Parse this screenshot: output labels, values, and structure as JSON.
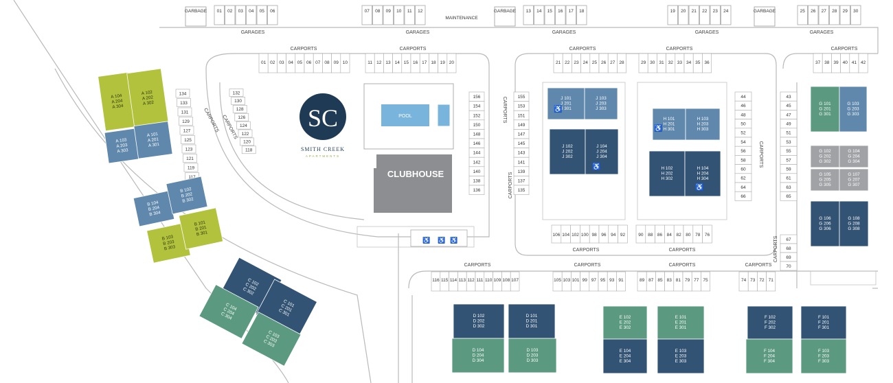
{
  "brand": {
    "name": "SMITH CREEK",
    "tagline": "APARTMENTS",
    "monogram": "SC"
  },
  "colors": {
    "olive": "#b3c23d",
    "steel": "#5f88ac",
    "navy": "#325373",
    "sage": "#5b9a80",
    "gray": "#a0a2a5",
    "pool": "#79b4dd",
    "clubhouse": "#8c8e91"
  },
  "amenities": {
    "pool": "POOL",
    "clubhouse": "CLUBHOUSE",
    "maintenance": "MAINTENANCE",
    "garbage": "GARBAGE"
  },
  "labels": {
    "garages": "GARAGES",
    "carports": "CARPORTS"
  },
  "garages": {
    "g1": [
      "01",
      "02",
      "03",
      "04",
      "05",
      "06"
    ],
    "g2": [
      "07",
      "08",
      "09",
      "10",
      "11",
      "12"
    ],
    "g3": [
      "13",
      "14",
      "15",
      "16",
      "17",
      "18"
    ],
    "g4": [
      "19",
      "20",
      "21",
      "22",
      "23",
      "24"
    ],
    "g5": [
      "25",
      "26",
      "27",
      "28",
      "29",
      "30"
    ]
  },
  "carports": {
    "top1": [
      "01",
      "02",
      "03",
      "04",
      "05",
      "06",
      "07",
      "08",
      "09",
      "10"
    ],
    "top2": [
      "11",
      "12",
      "13",
      "14",
      "15",
      "16",
      "17",
      "18",
      "19",
      "20"
    ],
    "top3": [
      "21",
      "22",
      "23",
      "24",
      "25",
      "26",
      "27",
      "28"
    ],
    "top4": [
      "29",
      "30",
      "31",
      "32",
      "33",
      "34",
      "35",
      "36"
    ],
    "top5": [
      "37",
      "38",
      "39",
      "40",
      "41",
      "42"
    ],
    "diag_a": [
      "134",
      "133",
      "131",
      "129",
      "127",
      "125",
      "123",
      "121",
      "119",
      "117"
    ],
    "diag_b": [
      "132",
      "130",
      "128",
      "126",
      "124",
      "122",
      "120",
      "118"
    ],
    "col_l": [
      "156",
      "154",
      "152",
      "150",
      "148",
      "146",
      "144",
      "142",
      "140",
      "138",
      "136"
    ],
    "col_r": [
      "155",
      "153",
      "151",
      "149",
      "147",
      "145",
      "143",
      "141",
      "139",
      "137",
      "135"
    ],
    "col_c1": [
      "44",
      "46",
      "48",
      "50",
      "52",
      "54",
      "56",
      "58",
      "60",
      "62",
      "64",
      "66"
    ],
    "col_c2": [
      "43",
      "45",
      "47",
      "49",
      "51",
      "53",
      "55",
      "57",
      "59",
      "61",
      "63",
      "65"
    ],
    "col_e": [
      "67",
      "68",
      "69",
      "70"
    ],
    "mid1": [
      "106",
      "104",
      "102",
      "100",
      "98",
      "96",
      "94",
      "92"
    ],
    "mid2": [
      "90",
      "88",
      "86",
      "84",
      "82",
      "80",
      "78",
      "76"
    ],
    "bot1": [
      "116",
      "115",
      "114",
      "113",
      "112",
      "111",
      "110",
      "109",
      "108",
      "107"
    ],
    "bot2": [
      "105",
      "103",
      "101",
      "99",
      "97",
      "95",
      "93",
      "91"
    ],
    "bot3": [
      "89",
      "87",
      "85",
      "83",
      "81",
      "79",
      "77",
      "75"
    ],
    "bot4": [
      "74",
      "73",
      "72",
      "71"
    ]
  },
  "buildings": {
    "A1": [
      "A 102",
      "A 202",
      "A 302"
    ],
    "A2": [
      "A 104",
      "A 204",
      "A 304"
    ],
    "A3": [
      "A 101",
      "A 201",
      "A 301"
    ],
    "A4": [
      "A 103",
      "A 203",
      "A 303"
    ],
    "B1": [
      "B 102",
      "B 202",
      "B 302"
    ],
    "B2": [
      "B 104",
      "B 204",
      "B 304"
    ],
    "B3": [
      "B 101",
      "B 201",
      "B 301"
    ],
    "B4": [
      "B 103",
      "B 203",
      "B 303"
    ],
    "C1": [
      "C 102",
      "C 202",
      "C 302"
    ],
    "C2": [
      "C 104",
      "C 204",
      "C 304"
    ],
    "C3": [
      "C 101",
      "C 201",
      "C 301"
    ],
    "C4": [
      "C 103",
      "C 203",
      "C 303"
    ],
    "J1": [
      "J 101",
      "J 201",
      "J 301"
    ],
    "J2": [
      "J 103",
      "J 203",
      "J 303"
    ],
    "J3": [
      "J 102",
      "J 202",
      "J 302"
    ],
    "J4": [
      "J 104",
      "J 204",
      "J 304"
    ],
    "H1": [
      "H 101",
      "H 201",
      "H 301"
    ],
    "H2": [
      "H 103",
      "H 203",
      "H 303"
    ],
    "H3": [
      "H 102",
      "H 202",
      "H 302"
    ],
    "H4": [
      "H 104",
      "H 204",
      "H 304"
    ],
    "G1": [
      "G 101",
      "G 201",
      "G 301"
    ],
    "G2": [
      "G 103",
      "G 203",
      "G 303"
    ],
    "G3": [
      "G 102",
      "G 202",
      "G 302"
    ],
    "G4": [
      "G 104",
      "G 204",
      "G 304"
    ],
    "G5": [
      "G 105",
      "G 205",
      "G 305"
    ],
    "G6": [
      "G 107",
      "G 207",
      "G 307"
    ],
    "G7": [
      "G 106",
      "G 206",
      "G 306"
    ],
    "G8": [
      "G 108",
      "G 208",
      "G 308"
    ],
    "D1": [
      "D 102",
      "D 202",
      "D 302"
    ],
    "D2": [
      "D 101",
      "D 201",
      "D 301"
    ],
    "D3": [
      "D 104",
      "D 204",
      "D 304"
    ],
    "D4": [
      "D 103",
      "D 203",
      "D 303"
    ],
    "E1": [
      "E 102",
      "E 202",
      "E 302"
    ],
    "E2": [
      "E 101",
      "E 201",
      "E 301"
    ],
    "E3": [
      "E 104",
      "E 204",
      "E 304"
    ],
    "E4": [
      "E 103",
      "E 203",
      "E 303"
    ],
    "F1": [
      "F 102",
      "F 202",
      "F 302"
    ],
    "F2": [
      "F 101",
      "F 201",
      "F 301"
    ],
    "F3": [
      "F 104",
      "F 204",
      "F 304"
    ],
    "F4": [
      "F 103",
      "F 203",
      "F 303"
    ]
  }
}
